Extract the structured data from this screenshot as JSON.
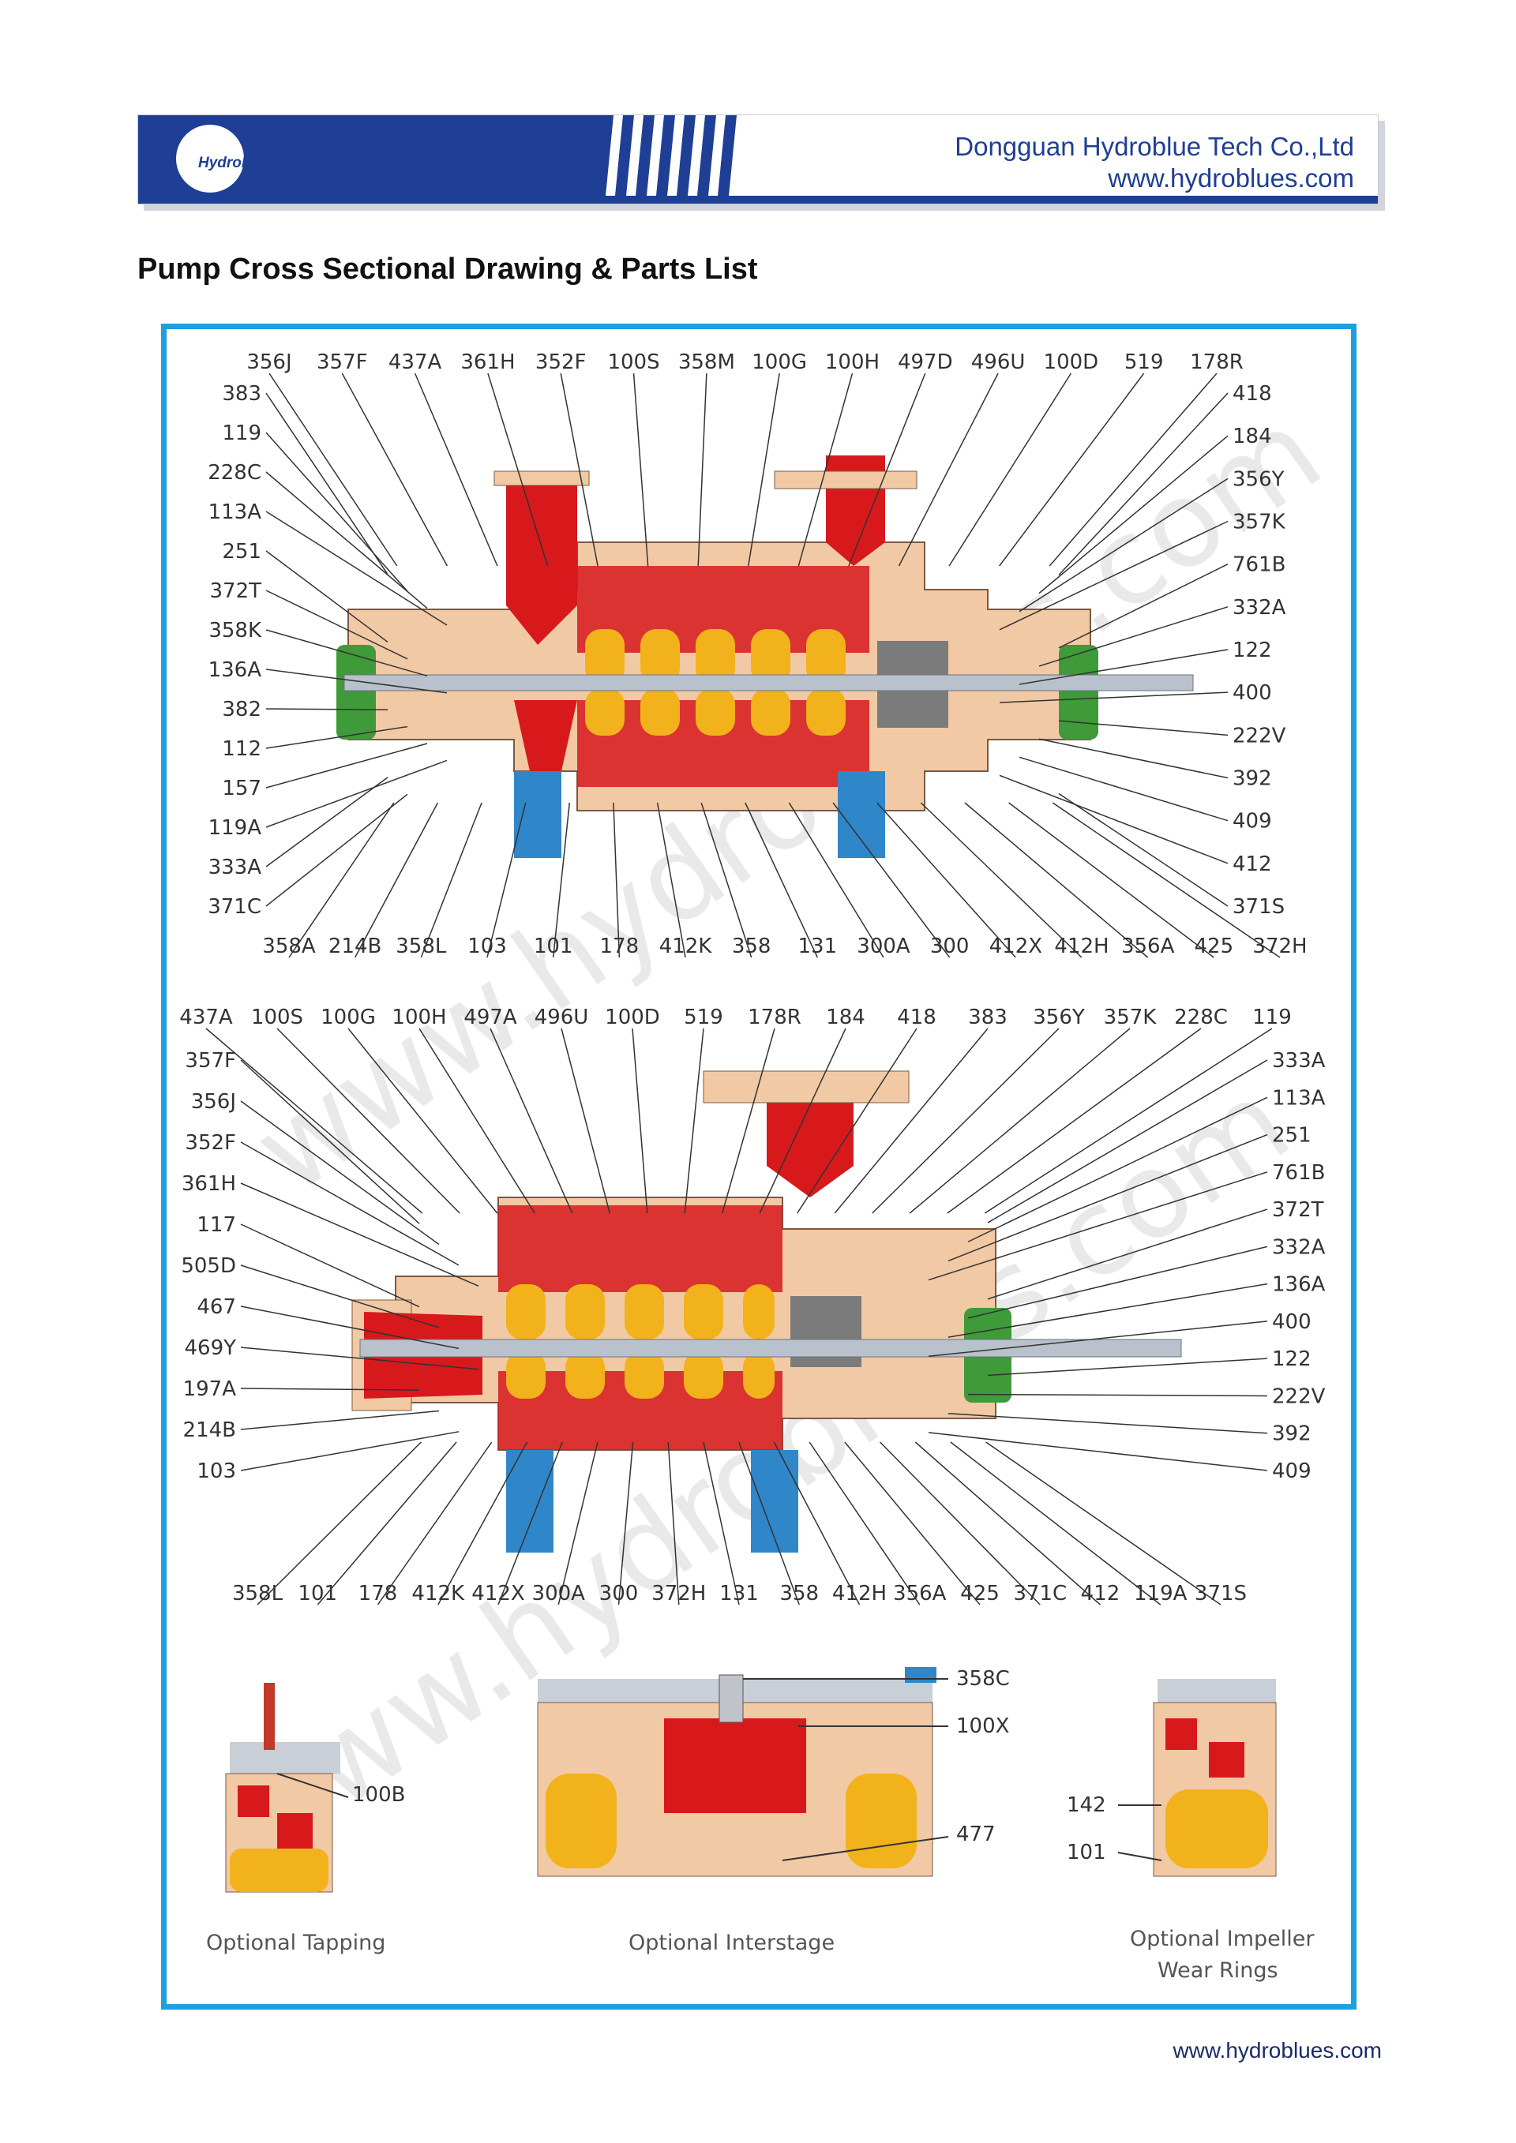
{
  "header": {
    "logo_text": "HydroBlue",
    "company_name": "Dongguan Hydroblue Tech Co.,Ltd",
    "company_url": "www.hydroblues.com",
    "brand_color": "#1e3f95"
  },
  "page_title": "Pump Cross Sectional Drawing & Parts List",
  "drawing1": {
    "top": [
      "356J",
      "357F",
      "437A",
      "361H",
      "352F",
      "100S",
      "358M",
      "100G",
      "100H",
      "497D",
      "496U",
      "100D",
      "519",
      "178R"
    ],
    "left": [
      "383",
      "119",
      "228C",
      "113A",
      "251",
      "372T",
      "358K",
      "136A",
      "382",
      "112",
      "157",
      "119A",
      "333A",
      "371C"
    ],
    "right": [
      "418",
      "184",
      "356Y",
      "357K",
      "761B",
      "332A",
      "122",
      "400",
      "222V",
      "392",
      "409",
      "412",
      "371S"
    ],
    "bottom": [
      "358A",
      "214B",
      "358L",
      "103",
      "101",
      "178",
      "412K",
      "358",
      "131",
      "300A",
      "300",
      "412X",
      "412H",
      "356A",
      "425",
      "372H"
    ]
  },
  "drawing2": {
    "top": [
      "437A",
      "100S",
      "100G",
      "100H",
      "497A",
      "496U",
      "100D",
      "519",
      "178R",
      "184",
      "418",
      "383",
      "356Y",
      "357K",
      "228C",
      "119"
    ],
    "left": [
      "357F",
      "356J",
      "352F",
      "361H",
      "117",
      "505D",
      "467",
      "469Y",
      "197A",
      "214B",
      "103"
    ],
    "right": [
      "333A",
      "113A",
      "251",
      "761B",
      "372T",
      "332A",
      "136A",
      "400",
      "122",
      "222V",
      "392",
      "409"
    ],
    "bottom": [
      "358L",
      "101",
      "178",
      "412K",
      "412X",
      "300A",
      "300",
      "372H",
      "131",
      "358",
      "412H",
      "356A",
      "425",
      "371C",
      "412",
      "119A",
      "371S"
    ]
  },
  "details": {
    "tapping": {
      "label": "100B",
      "caption": "Optional Tapping"
    },
    "interstage": {
      "labels": [
        "358C",
        "100X",
        "477"
      ],
      "caption": "Optional Interstage"
    },
    "wear_rings": {
      "labels": [
        "142",
        "101"
      ],
      "caption_line1": "Optional Impeller",
      "caption_line2": "Wear Rings"
    }
  },
  "watermark": "www.hydroblues.com",
  "footer_url": "www.hydroblues.com",
  "colors": {
    "frame": "#1e9fe0",
    "casing": "#f2c9a5",
    "impeller": "#f2b21b",
    "red_parts": "#d7191c",
    "support": "#2f86c8",
    "bearing_cover": "#3f9a3a",
    "shaft": "#b9c2cc"
  }
}
